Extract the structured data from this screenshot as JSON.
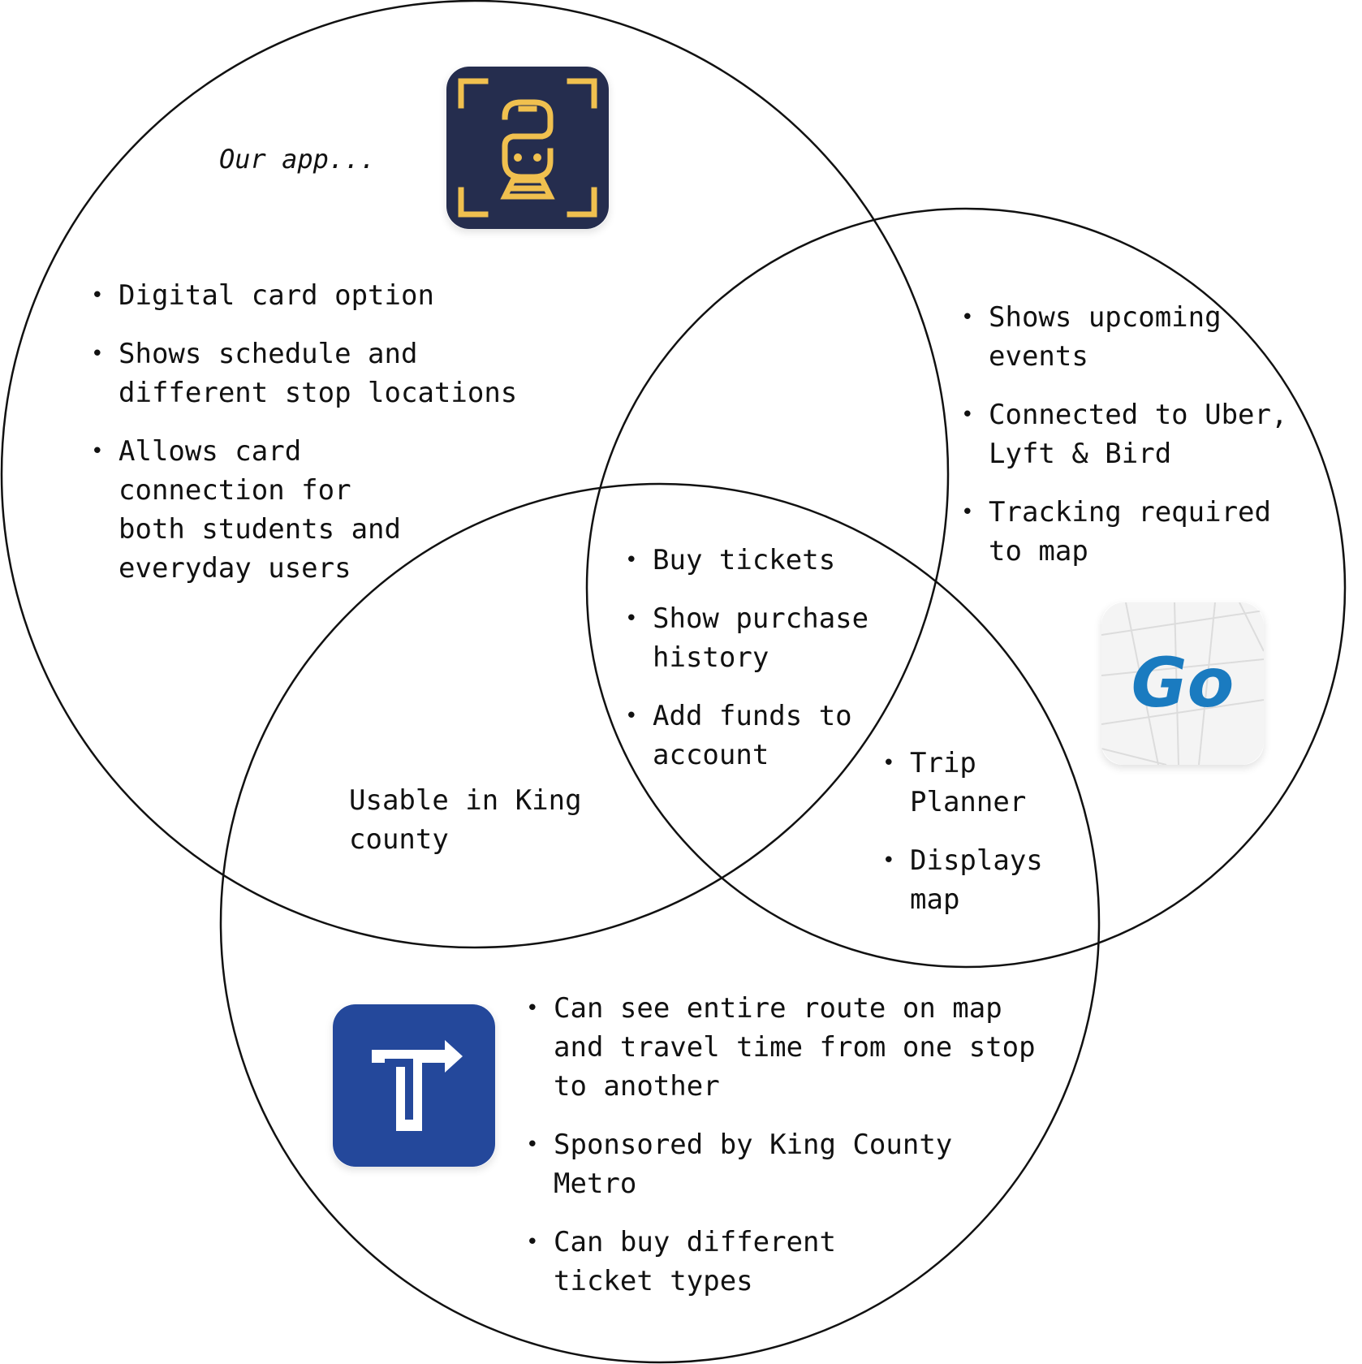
{
  "circles": {
    "top_left": {
      "caption": "Our app...",
      "bullets": [
        "Digital card option",
        "Shows schedule and different stop locations",
        "Allows card connection for both students and everyday users"
      ]
    },
    "right": {
      "bullets": [
        "Shows upcoming events",
        "Connected to Uber, Lyft & Bird",
        "Tracking required to map"
      ]
    },
    "bottom": {
      "bullets": [
        "Can see entire route on map and travel time from one stop to another",
        "Sponsored by King County Metro",
        "Can buy different ticket types"
      ]
    }
  },
  "overlaps": {
    "top_left_and_bottom": {
      "text": "Usable in King county"
    },
    "right_and_bottom": {
      "bullets": [
        "Trip Planner",
        "Displays map"
      ]
    },
    "all_three": {
      "bullets": [
        "Buy tickets",
        "Show purchase history",
        "Add funds to account"
      ]
    }
  },
  "icons": {
    "our_app": {
      "name": "train-scan-app-icon",
      "bg": "#252d4e",
      "fg": "#f0c04f"
    },
    "go_app": {
      "name": "go-app-icon",
      "label": "Go",
      "bg": "#f4f4f4",
      "fg": "#1a7bc0"
    },
    "transit_app": {
      "name": "t-arrow-app-icon",
      "bg": "#24489b",
      "fg": "#ffffff"
    }
  }
}
